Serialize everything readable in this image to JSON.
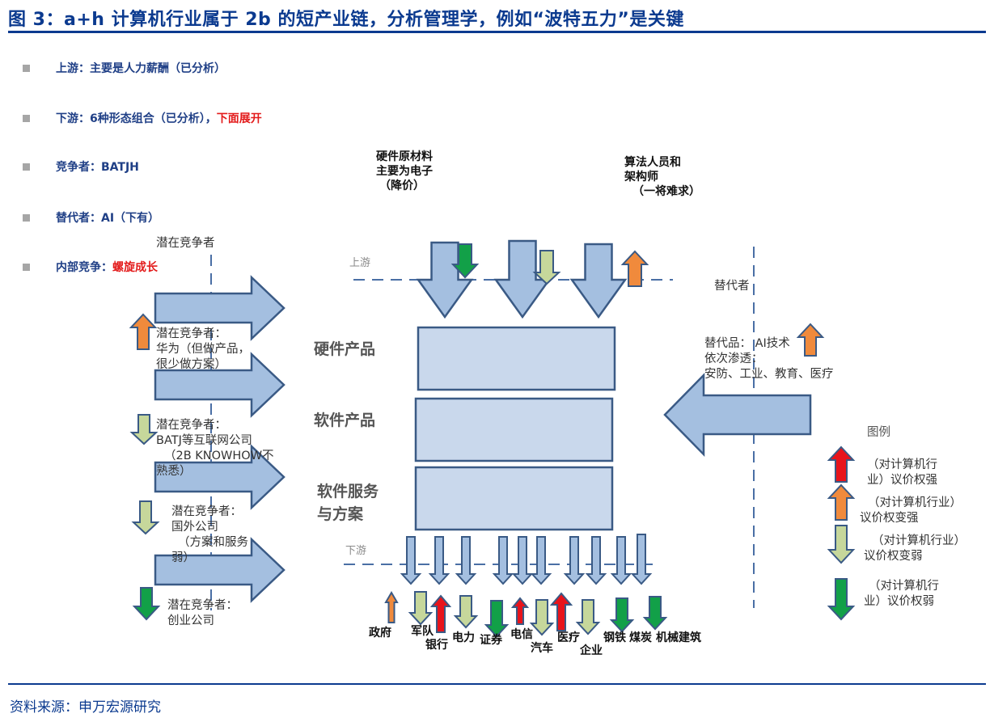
{
  "title": "图 3：a+h 计算机行业属于 2b 的短产业链，分析管理学，例如“波特五力”是关键",
  "bullets": [
    {
      "label": "上游：主要是人力薪酬（已分析）",
      "highlight": ""
    },
    {
      "label": "下游：6种形态组合（已分析），",
      "highlight": "下面展开"
    },
    {
      "label": "竞争者：BATJH",
      "highlight": ""
    },
    {
      "label": "替代者：AI（下有）",
      "highlight": ""
    },
    {
      "label": "内部竞争：",
      "highlight": "螺旋成长"
    }
  ],
  "colors": {
    "title": "#0b3a8f",
    "block_fill": "#c9d8ec",
    "arrow_fill": "#a4bfe0",
    "arrow_stroke": "#3a5a85",
    "strong_up": "#e8141b",
    "becoming_stronger": "#f08a3c",
    "becoming_weaker": "#c6d79b",
    "weak_down": "#12a048",
    "highlight_red": "#e31b1b"
  },
  "upstream": {
    "stage_label": "上游",
    "suppliers": [
      {
        "lines": [
          "硬件原材料",
          "主要为电子",
          "（降价）"
        ],
        "power": "weak"
      },
      {
        "lines": [
          "",
          "",
          ""
        ],
        "power": "becoming_weaker"
      },
      {
        "lines": [
          "算法人员和",
          "架构师",
          "（一将难求）"
        ],
        "power": "becoming_stronger"
      }
    ]
  },
  "layers": [
    {
      "label": "硬件产品"
    },
    {
      "label": "软件产品"
    },
    {
      "label": "软件服务\n与方案",
      "line1": "软件服务",
      "line2": "与方案"
    }
  ],
  "potential_competitors": {
    "header": "潜在竞争者",
    "items": [
      {
        "lines": [
          "潜在竞争者：",
          "华为（但做产品，",
          "很少做方案）"
        ],
        "power": "becoming_stronger"
      },
      {
        "lines": [
          "潜在竞争者：",
          "BATJ等互联网公司",
          "（2B KNOWHOW不",
          "熟悉）"
        ],
        "power": "becoming_weaker"
      },
      {
        "lines": [
          "潜在竞争者：",
          "国外公司",
          "（方案和服务",
          "弱）"
        ],
        "power": "becoming_weaker"
      },
      {
        "lines": [
          "潜在竞争者：",
          "创业公司"
        ],
        "power": "weak"
      }
    ]
  },
  "substitutes": {
    "header": "替代者",
    "lines": [
      "替代品：  AI技术",
      "依次渗透：",
      "安防、工业、教育、医疗"
    ],
    "power": "becoming_stronger"
  },
  "downstream": {
    "stage_label": "下游",
    "customers": [
      {
        "name": "政府",
        "power": "becoming_stronger"
      },
      {
        "name": "军队",
        "power": "becoming_weaker"
      },
      {
        "name": "银行",
        "power": "strong"
      },
      {
        "name": "电力",
        "power": "becoming_weaker"
      },
      {
        "name": "证券",
        "power": "weak"
      },
      {
        "name": "电信",
        "power": "strong"
      },
      {
        "name": "汽车",
        "power": "becoming_weaker"
      },
      {
        "name": "医疗",
        "power": "strong"
      },
      {
        "name": "企业",
        "power": "becoming_weaker"
      },
      {
        "name": "钢铁",
        "power": "weak"
      },
      {
        "name": "煤炭",
        "power": "weak"
      },
      {
        "name": "机械建筑",
        "power": ""
      }
    ]
  },
  "legend": {
    "title": "图例",
    "items": [
      {
        "lines": [
          "（对计算机行",
          "业）议价权强"
        ],
        "power": "strong"
      },
      {
        "lines": [
          "（对计算机行业）",
          "议价权变强"
        ],
        "power": "becoming_stronger"
      },
      {
        "lines": [
          "（对计算机行业）",
          "议价权变弱"
        ],
        "power": "becoming_weaker"
      },
      {
        "lines": [
          "（对计算机行",
          "业）议价权弱"
        ],
        "power": "weak"
      }
    ]
  },
  "source": "资料来源：申万宏源研究"
}
